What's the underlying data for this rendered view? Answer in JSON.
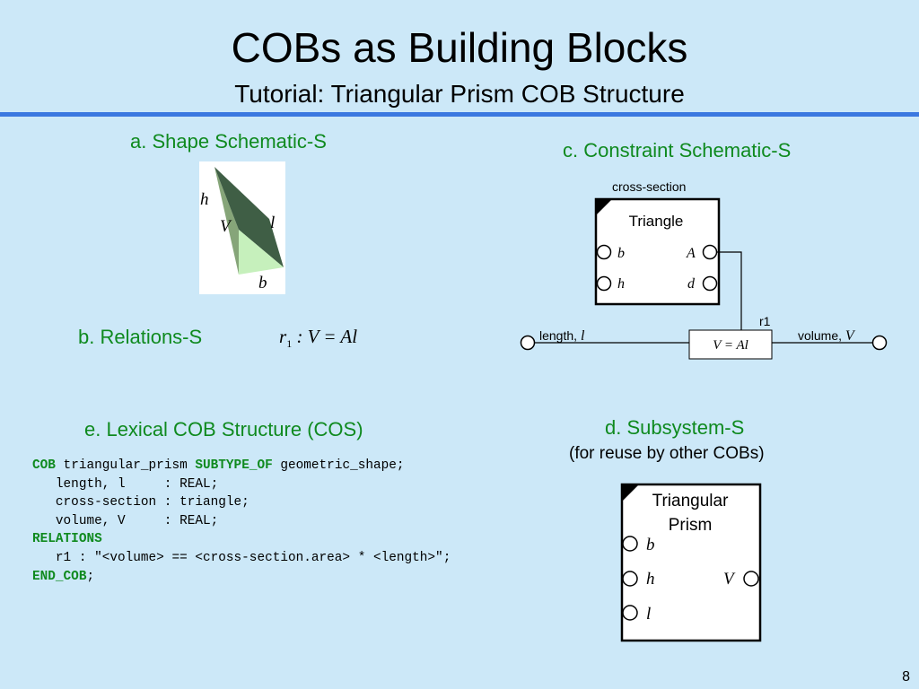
{
  "slide": {
    "title": "COBs as Building Blocks",
    "subtitle": "Tutorial: Triangular Prism COB Structure",
    "page_number": "8"
  },
  "sections": {
    "shape": "a. Shape Schematic-S",
    "relations": "b. Relations-S",
    "constraint": "c. Constraint Schematic-S",
    "subsystem": "d. Subsystem-S",
    "subsystem_note": "(for reuse by other COBs)",
    "lexical": "e. Lexical COB Structure (COS)"
  },
  "shape_schematic": {
    "labels": {
      "h": "h",
      "V": "V",
      "l": "l",
      "b": "b"
    }
  },
  "relation": {
    "r": "r",
    "sub": "1",
    "rest": " : V = Al"
  },
  "constraint_schematic": {
    "cross_section_label": "cross-section",
    "block_title": "Triangle",
    "ports": {
      "b": "b",
      "h": "h",
      "A": "A",
      "d": "d"
    },
    "relation_name": "r1",
    "relation_eq": "V = Al",
    "length_label": "length, ",
    "length_var": "l",
    "volume_label": "volume, ",
    "volume_var": "V"
  },
  "subsystem": {
    "title_line1": "Triangular",
    "title_line2": "Prism",
    "ports": {
      "b": "b",
      "h": "h",
      "l": "l",
      "V": "V"
    }
  },
  "lexical": {
    "line1": {
      "kw1": "COB",
      "t1": " triangular_prism ",
      "kw2": "SUBTYPE_OF",
      "t2": " geometric_shape;"
    },
    "line2": "   length, l     : REAL;",
    "line3": "   cross-section : triangle;",
    "line4": "   volume, V     : REAL;",
    "line5": "RELATIONS",
    "line6": "   r1 : \"<volume> == <cross-section.area> * <length>\";",
    "line7": {
      "kw": "END_COB",
      "t": ";"
    }
  },
  "colors": {
    "background": "#cce8f8",
    "section_green": "#0f8a1f",
    "rule_blue": "#3b78e0",
    "prism_dark": "#3f5e45",
    "prism_mid": "#86a579",
    "prism_light": "#c6f0bc"
  }
}
